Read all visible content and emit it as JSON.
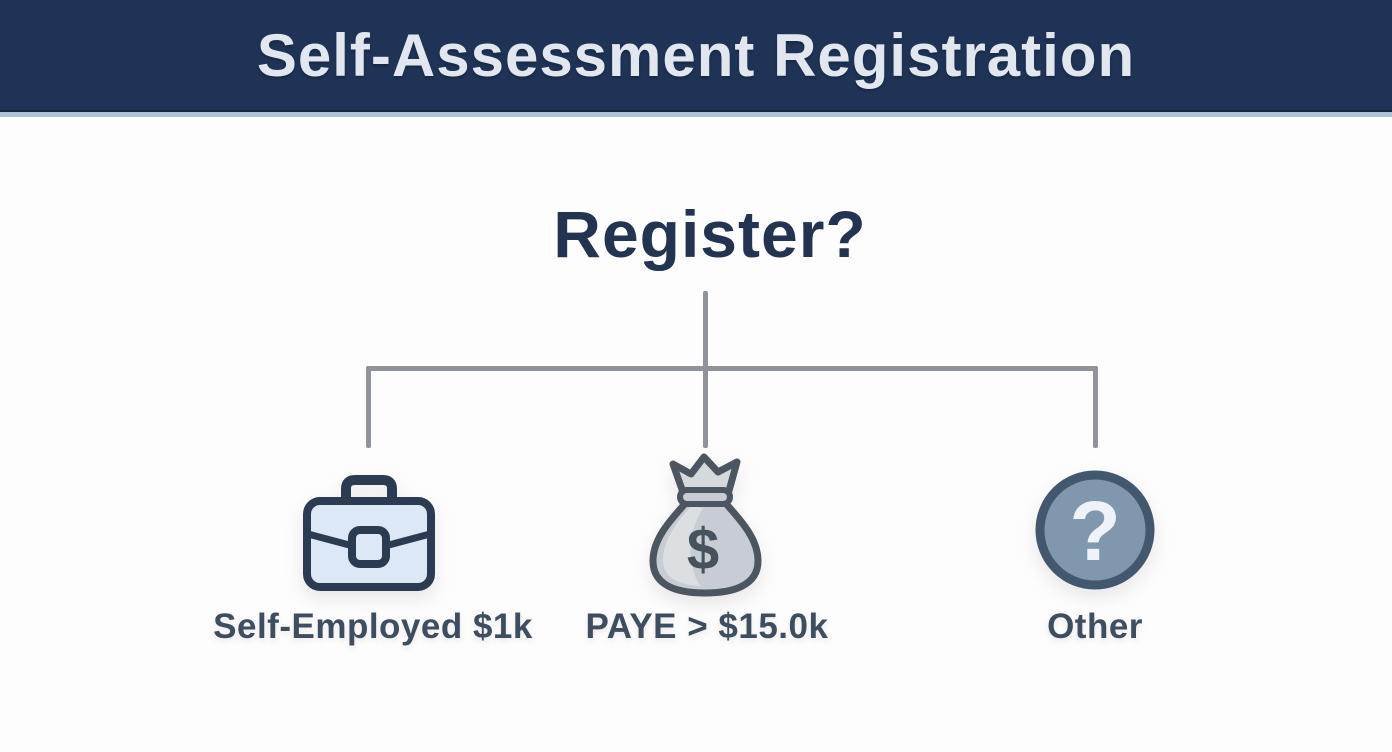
{
  "header": {
    "title": "Self-Assessment Registration"
  },
  "decision": {
    "label": "Register?"
  },
  "branches": [
    {
      "label": "Self-Employed $1k",
      "icon": "briefcase-icon"
    },
    {
      "label": "PAYE > $15.0k",
      "icon": "money-bag-icon",
      "icon_symbol": "$"
    },
    {
      "label": "Other",
      "icon": "question-mark-icon",
      "icon_symbol": "?"
    }
  ],
  "colors": {
    "header_bg": "#1e3355",
    "header_text": "#e2e6ef",
    "decision_text": "#223450",
    "connector_line": "#90939c",
    "label_text": "#3d4e61",
    "briefcase_fill": "#dce8f5",
    "briefcase_outline": "#2b3c52",
    "moneybag_fill": "#c7cdd2",
    "moneybag_highlight": "#dfe2e5",
    "moneybag_outline": "#4b5661",
    "question_fill": "#7f98ae",
    "question_outline": "#41586f",
    "question_glyph": "#eff3f7"
  }
}
